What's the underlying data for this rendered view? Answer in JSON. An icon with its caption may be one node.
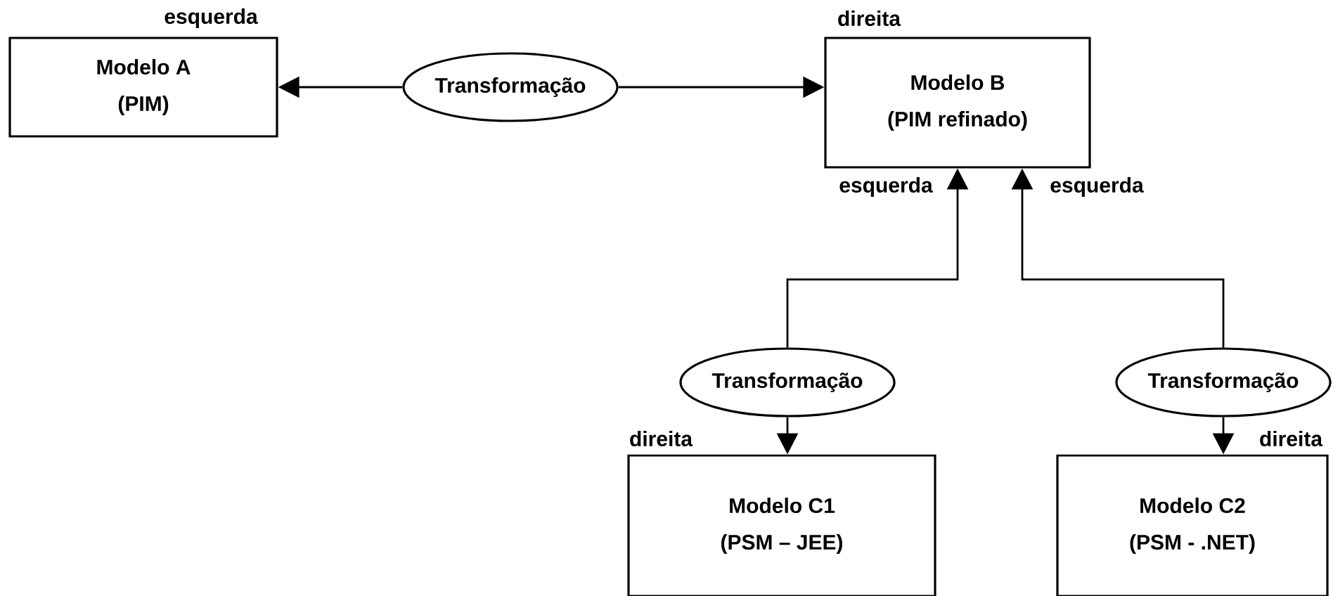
{
  "diagram": {
    "nodes": [
      {
        "text": [
          "Modelo A",
          "(PIM)"
        ],
        "beside": [
          "esquerda"
        ]
      },
      {
        "text": [
          "Transformação"
        ]
      },
      {
        "text": [
          "Modelo B",
          "(PIM refinado)"
        ],
        "beside": [
          "direita"
        ]
      },
      {
        "text": [
          "Transformação"
        ]
      },
      {
        "text": [
          "Transformação"
        ]
      },
      {
        "text": [
          "Modelo C1",
          "(PSM – JEE)"
        ],
        "beside": [
          "direita"
        ]
      },
      {
        "text": [
          "Modelo C2",
          "(PSM - .NET)"
        ],
        "beside": [
          "direita"
        ]
      }
    ],
    "edges": [
      {
        "from": 1,
        "to": 0,
        "arrow": "to"
      },
      {
        "from": 1,
        "to": 2,
        "arrow": "to"
      },
      {
        "from": 3,
        "to": 2,
        "arrow": "to",
        "label": "esquerda"
      },
      {
        "from": 4,
        "to": 2,
        "arrow": "to",
        "label": "esquerda"
      },
      {
        "from": 3,
        "to": 5,
        "arrow": "to"
      },
      {
        "from": 4,
        "to": 6,
        "arrow": "to"
      }
    ]
  }
}
